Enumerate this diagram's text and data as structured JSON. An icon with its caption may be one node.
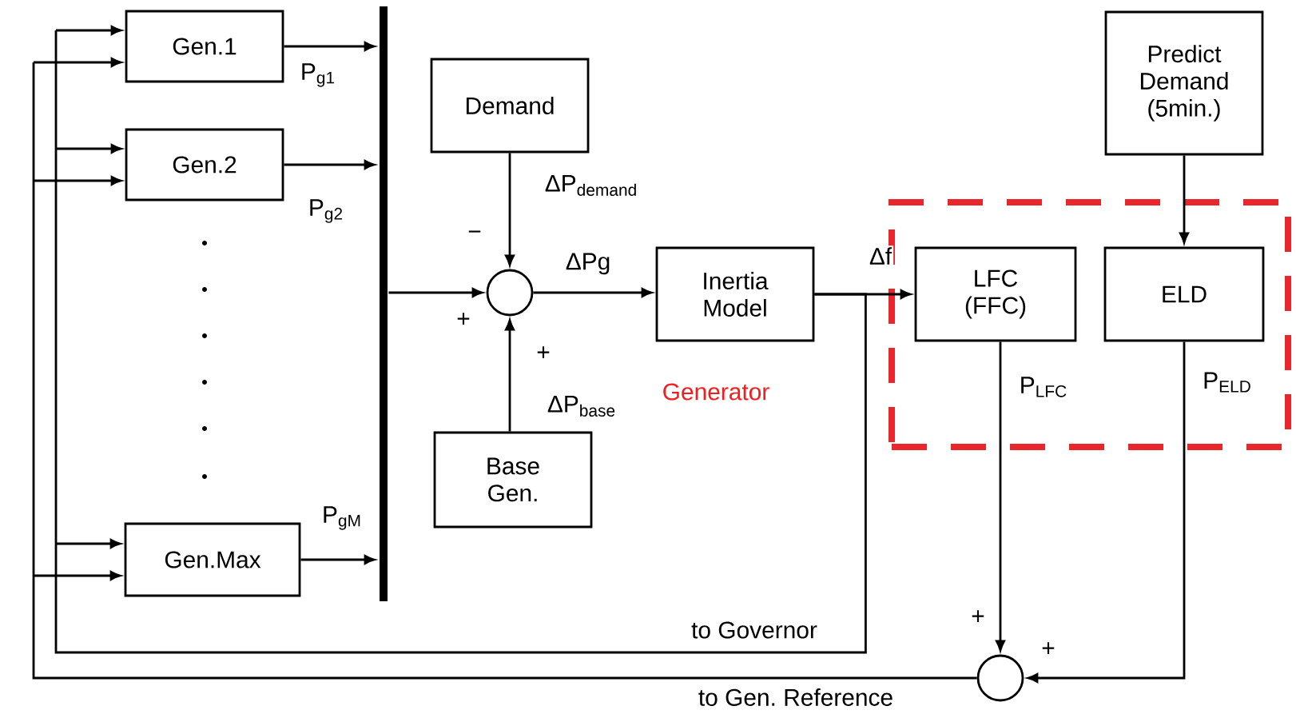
{
  "diagram": {
    "nodes": [
      {
        "text": [
          "Gen.1"
        ]
      },
      {
        "text": [
          "Gen.2"
        ]
      },
      {
        "text": [
          "Gen.Max"
        ]
      },
      {
        "text": [],
        "shape": "bar"
      },
      {
        "text": [
          "Demand"
        ]
      },
      {
        "text": [],
        "shape": "circle"
      },
      {
        "text": [
          "Inertia Model"
        ]
      },
      {
        "text": [
          "Base Gen."
        ]
      },
      {
        "text": [
          "Predict Demand (5min.)"
        ]
      },
      {
        "text": [],
        "shape": "box"
      },
      {
        "text": [
          "LFC (FFC)"
        ],
        "in": 9
      },
      {
        "text": [
          "ELD"
        ],
        "in": 9
      },
      {
        "text": [],
        "shape": "circle"
      }
    ],
    "edges": [
      {
        "from": 0,
        "to": 3,
        "arrow": "to",
        "label": "P$_{g1}$"
      },
      {
        "from": 1,
        "to": 3,
        "arrow": "to",
        "label": "P$_{g2}$"
      },
      {
        "from": 2,
        "to": 3,
        "arrow": "to",
        "label": "P$_{gM}$"
      },
      {
        "from": 3,
        "to": 5,
        "arrow": "to"
      },
      {
        "from": 4,
        "to": 5,
        "arrow": "to",
        "label": "ΔP$_{demand}$"
      },
      {
        "from": 7,
        "to": 5,
        "arrow": "to",
        "label": "ΔP$_{base}$"
      },
      {
        "from": 5,
        "to": 6,
        "arrow": "to",
        "label": "ΔPg"
      },
      {
        "from": 6,
        "to": 10,
        "arrow": "to",
        "label": "Δf"
      },
      {
        "from": 10,
        "to": 12,
        "arrow": "to",
        "label": "P$_{LFC}$"
      },
      {
        "from": 11,
        "to": 12,
        "arrow": "to",
        "label": "P$_{ELD}$"
      },
      {
        "from": 8,
        "to": 11,
        "arrow": "to"
      },
      {
        "from": 6,
        "to": 0,
        "arrow": "to",
        "label": "to Governor"
      },
      {
        "from": 6,
        "to": 1,
        "arrow": "to"
      },
      {
        "from": 6,
        "to": 2,
        "arrow": "to"
      },
      {
        "from": 12,
        "to": 0,
        "arrow": "to",
        "label": "to Gen. Reference"
      },
      {
        "from": 12,
        "to": 1,
        "arrow": "to"
      },
      {
        "from": 12,
        "to": 2,
        "arrow": "to"
      }
    ],
    "labels": [
      "−",
      "+",
      "+",
      "Generator",
      "+",
      "+"
    ]
  }
}
